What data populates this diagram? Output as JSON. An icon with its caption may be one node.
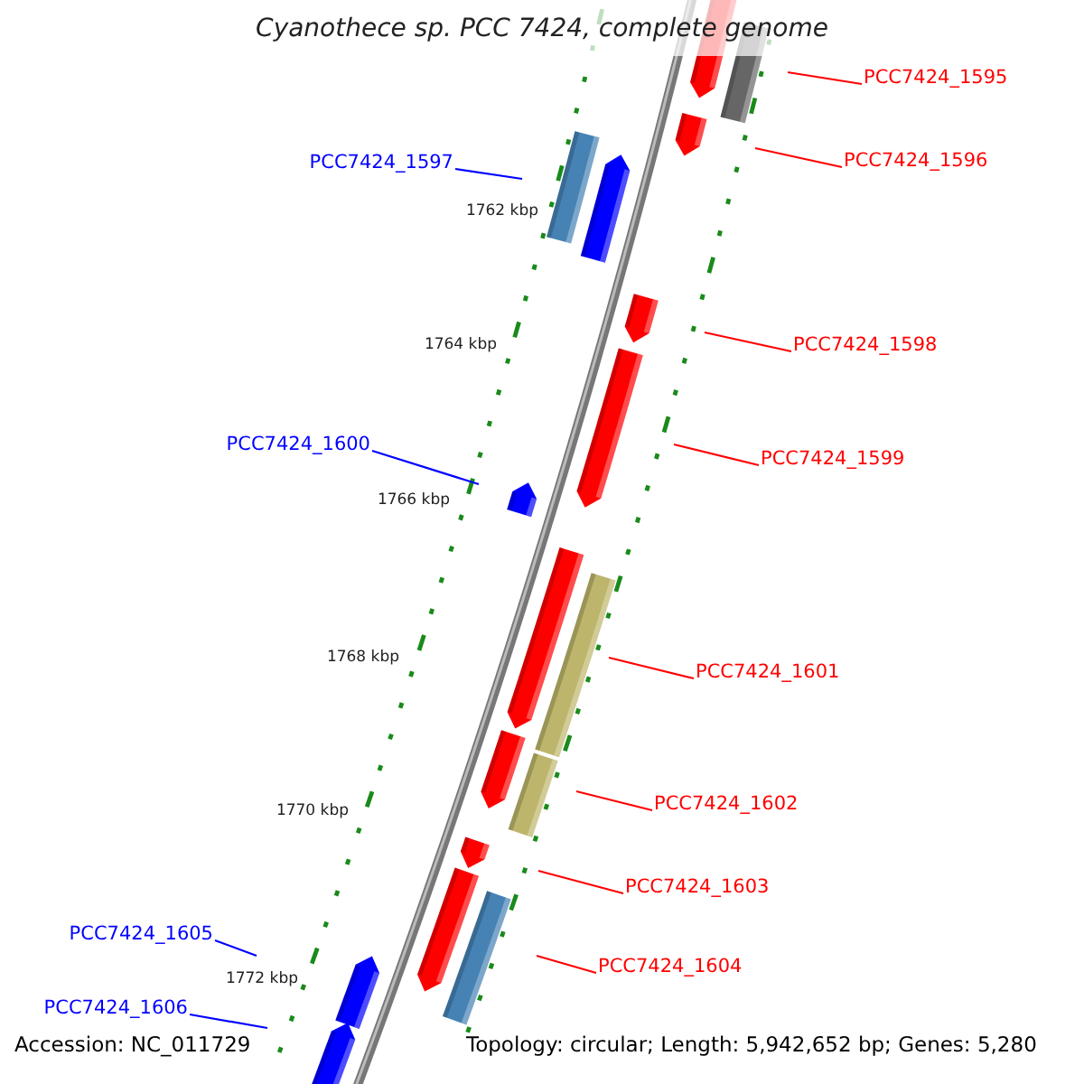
{
  "diagram": {
    "title": "Cyanothece sp. PCC 7424, complete genome",
    "nodes": [
      {
        "text": [
          "PCC7424_1595"
        ]
      },
      {
        "text": [
          "PCC7424_1596"
        ]
      },
      {
        "text": [
          "PCC7424_1597"
        ]
      },
      {
        "text": [
          "PCC7424_1598"
        ]
      },
      {
        "text": [
          "PCC7424_1600"
        ]
      },
      {
        "text": [
          "PCC7424_1599"
        ]
      },
      {
        "text": [
          "PCC7424_1601"
        ]
      },
      {
        "text": [
          "PCC7424_1602"
        ]
      },
      {
        "text": [
          "PCC7424_1603"
        ]
      },
      {
        "text": [
          "PCC7424_1605"
        ]
      },
      {
        "text": [
          "PCC7424_1604"
        ]
      },
      {
        "text": [
          "PCC7424_1606"
        ]
      }
    ],
    "edges": [
      {
        "from": 0,
        "to": null,
        "arrow": "none"
      },
      {
        "from": 1,
        "to": null,
        "arrow": "none"
      },
      {
        "from": 2,
        "to": null,
        "arrow": "none",
        "color": "#0000ff"
      },
      {
        "from": 3,
        "to": null,
        "arrow": "none"
      },
      {
        "from": 4,
        "to": null,
        "arrow": "none",
        "color": "#0000ff"
      },
      {
        "from": 5,
        "to": null,
        "arrow": "none"
      },
      {
        "from": 6,
        "to": null,
        "arrow": "none"
      },
      {
        "from": 7,
        "to": null,
        "arrow": "none"
      },
      {
        "from": 8,
        "to": null,
        "arrow": "none"
      },
      {
        "from": 9,
        "to": null,
        "arrow": "none",
        "color": "#0000ff"
      },
      {
        "from": 10,
        "to": null,
        "arrow": "none"
      },
      {
        "from": 11,
        "to": null,
        "arrow": "none",
        "color": "#0000ff"
      }
    ],
    "labels": [
      "1762 kbp",
      "1764 kbp",
      "1766 kbp",
      "1768 kbp",
      "1770 kbp",
      "1772 kbp",
      "Accession: NC_011729",
      "Topology: circular; Length: 5,942,652 bp; Genes: 5,280"
    ]
  }
}
